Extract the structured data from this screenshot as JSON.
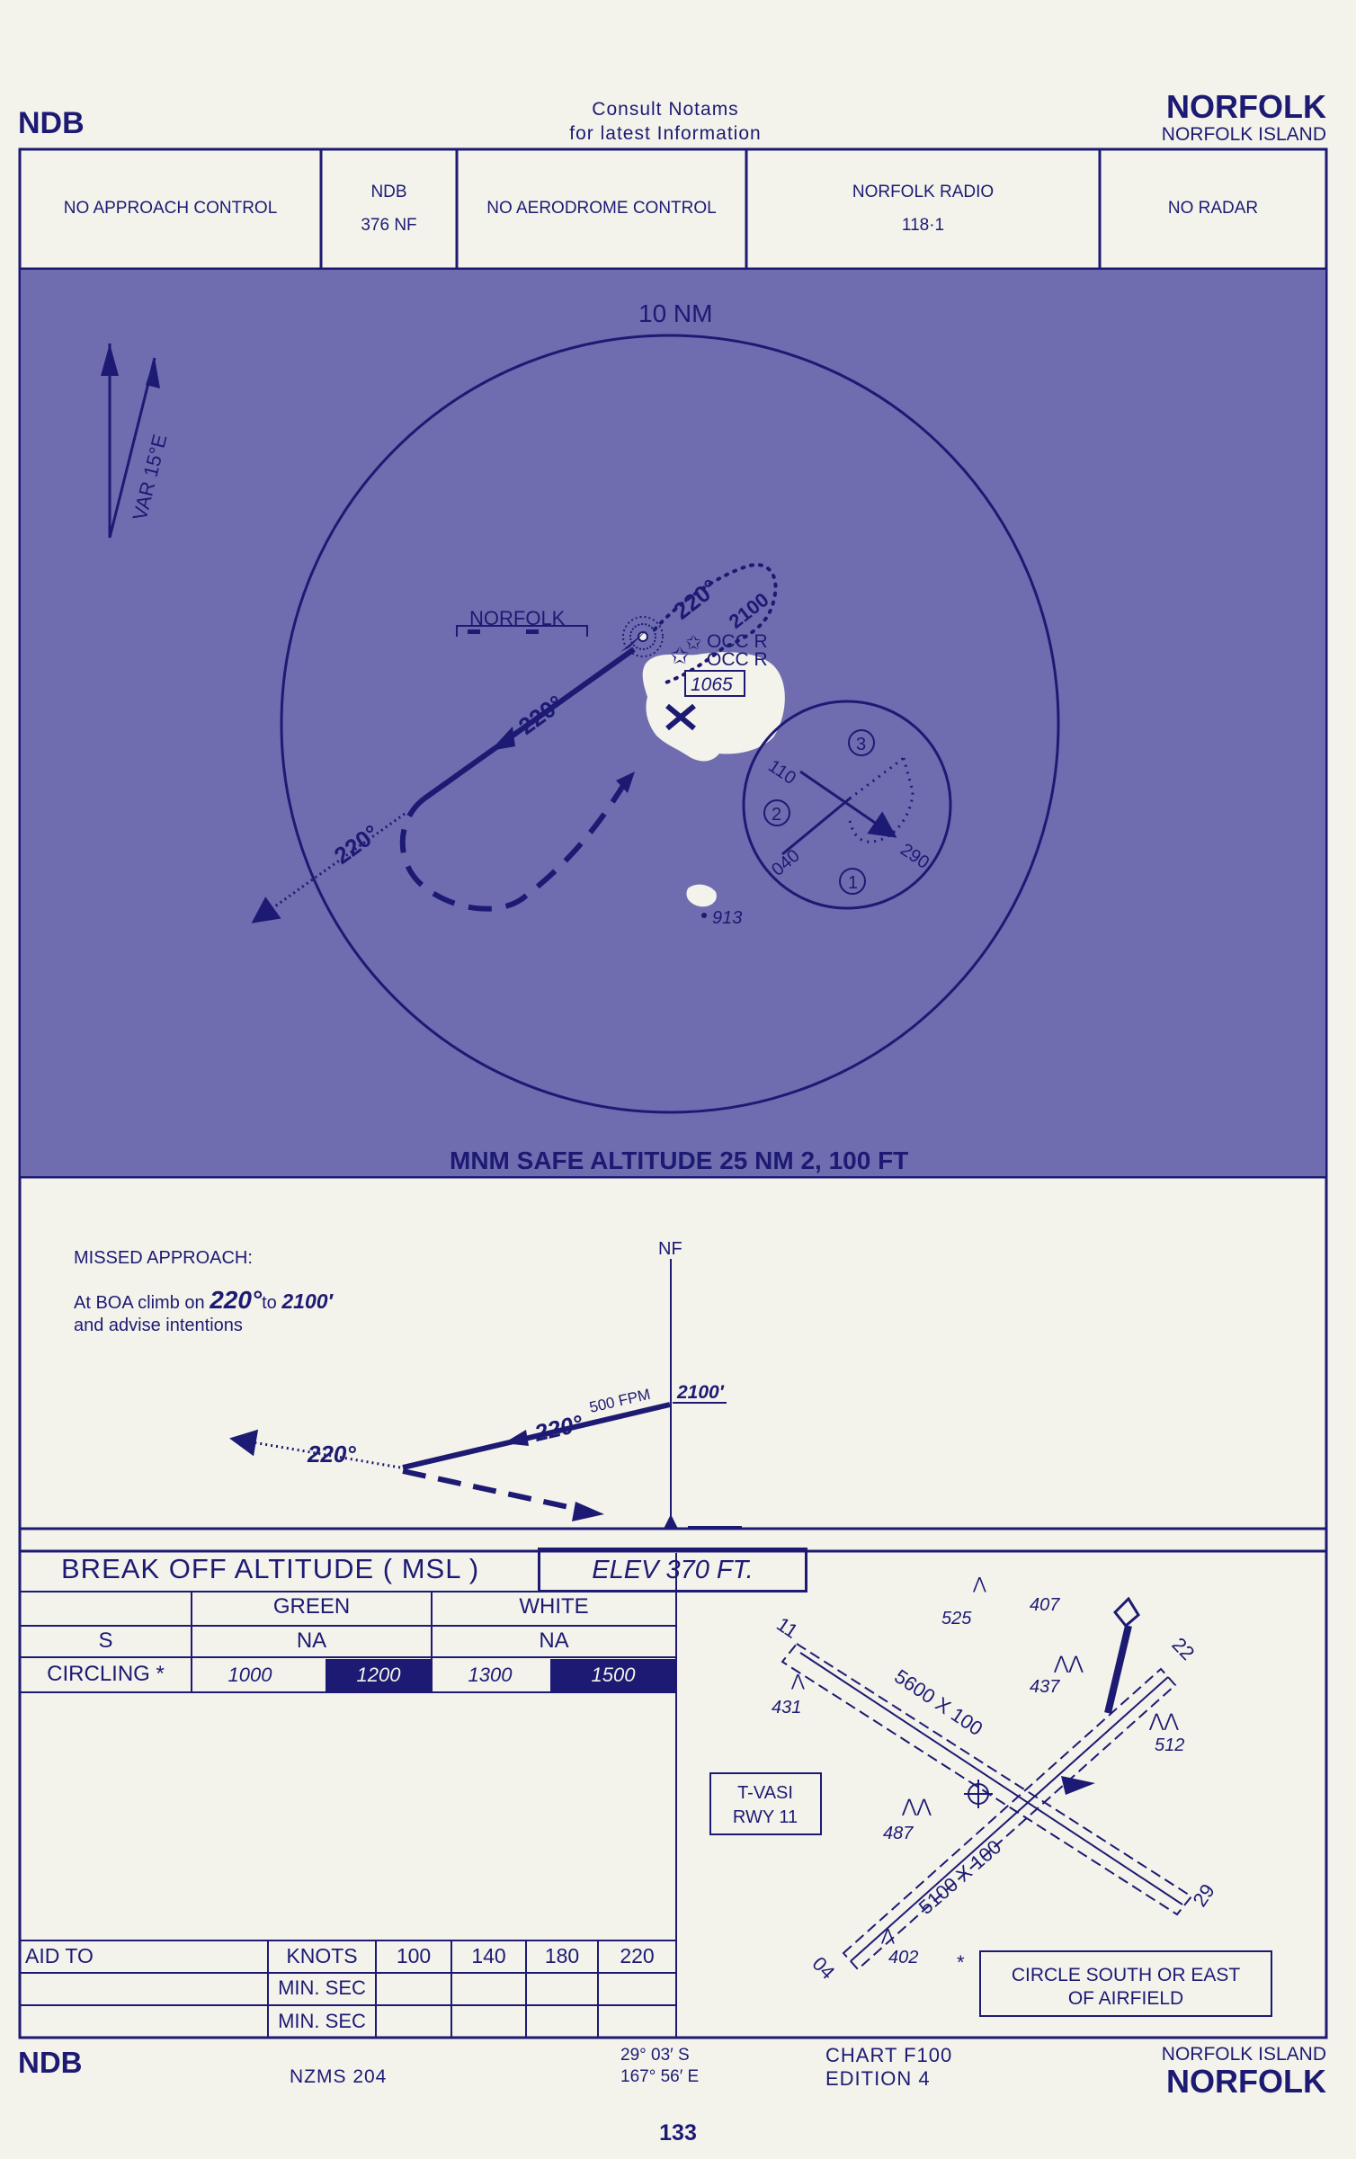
{
  "header": {
    "left_title": "NDB",
    "notice_line1": "Consult   Notams",
    "notice_line2": "for  latest  Information",
    "right_title": "NORFOLK",
    "right_subtitle": "NORFOLK ISLAND"
  },
  "info_strip": {
    "approach": "NO APPROACH CONTROL",
    "ndb_label": "NDB",
    "ndb_ident": "376  NF",
    "aerodrome": "NO AERODROME CONTROL",
    "radio_name": "NORFOLK RADIO",
    "radio_freq": "118·1",
    "radar": "NO RADAR"
  },
  "plan_view": {
    "ring_label": "10 NM",
    "variation": "VAR  15°E",
    "ndb_name": "NORFOLK",
    "inbound_course_upper": "220°",
    "inbound_course": "220°",
    "outbound_course": "220°",
    "altitude_label": "2100",
    "occ_r_1": "OCC  R",
    "occ_r_2": "OCC  R",
    "obstacle_elev": "1065",
    "spot_elev": "913",
    "circling_heading_110": "110",
    "circling_heading_290": "290",
    "circling_heading_040": "040",
    "zone_1": "1",
    "zone_2": "2",
    "zone_3": "3",
    "msa": "MNM SAFE ALTITUDE 25 NM  2, 100 FT"
  },
  "profile": {
    "missed_title": "MISSED APPROACH:",
    "missed_line1_a": "At BOA climb on",
    "missed_course": "220°",
    "missed_line1_b": "to",
    "missed_alt": "2100′",
    "missed_line2": "and advise intentions",
    "fix_label": "NF",
    "profile_course": "220°",
    "descent_rate": "500 FPM",
    "profile_alt": "2100′",
    "outbound_course": "220°"
  },
  "minima": {
    "title": "BREAK  OFF  ALTITUDE  ( MSL )",
    "elevation": "ELEV    370    FT.",
    "col_green": "GREEN",
    "col_white": "WHITE",
    "row_s_label": "S",
    "row_s_green": "NA",
    "row_s_white": "NA",
    "row_c_label": "CIRCLING *",
    "row_c_green1": "1000",
    "row_c_green2": "1200",
    "row_c_white1": "1300",
    "row_c_white2": "1500"
  },
  "timing": {
    "aid_to": "AID TO",
    "knots": "KNOTS",
    "speeds": [
      "100",
      "140",
      "180",
      "220"
    ],
    "min_sec_1": "MIN. SEC",
    "min_sec_2": "MIN. SEC"
  },
  "aerodrome": {
    "vasi_line1": "T-VASI",
    "vasi_line2": "RWY 11",
    "rwy_a_dims": "5600  X  100",
    "rwy_b_dims": "5100  X  100",
    "rwy_11": "11",
    "rwy_29": "29",
    "rwy_04": "04",
    "rwy_22": "22",
    "elev_525": "525",
    "elev_407": "407",
    "elev_437": "437",
    "elev_431": "431",
    "elev_512": "512",
    "elev_487": "487",
    "elev_402": "402",
    "note_star": "*",
    "circling_note1": "CIRCLE SOUTH OR EAST",
    "circling_note2": "OF AIRFIELD"
  },
  "footer": {
    "left_title": "NDB",
    "map_ref": "NZMS  204",
    "lat": "29° 03′ S",
    "lon": "167° 56′ E",
    "chart": "CHART  F100",
    "edition": "EDITION   4",
    "right_subtitle": "NORFOLK ISLAND",
    "right_title": "NORFOLK",
    "page": "133"
  },
  "colors": {
    "ink": "#1d1a73",
    "paper": "#f3f3ec",
    "plan_fill": "#6f6db0"
  }
}
